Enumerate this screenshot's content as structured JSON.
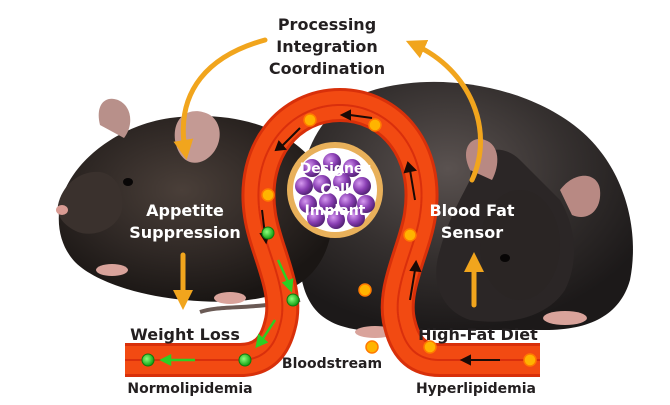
{
  "title_lines": [
    "Processing",
    "Integration",
    "Coordination"
  ],
  "center_lines": [
    "Designer",
    "Cell",
    "Implant"
  ],
  "left_label_lines": [
    "Appetite",
    "Suppression"
  ],
  "right_label_lines": [
    "Blood Fat",
    "Sensor"
  ],
  "weight_loss": "Weight Loss",
  "high_fat_diet": "High-Fat Diet",
  "bloodstream": "Bloodstream",
  "normolipidemia": "Normolipidemia",
  "hyperlipidemia": "Hyperlipidemia",
  "colors": {
    "vessel": "#f24a12",
    "vessel_edge": "#d8300a",
    "vessel_inner": "#c81e08",
    "arrow_orange": "#f1a51d",
    "green_cell": "#2ccf24",
    "fat_particle": "#ffb400",
    "implant_purple": "#8a3fb4",
    "implant_ring": "#e8b05a"
  }
}
